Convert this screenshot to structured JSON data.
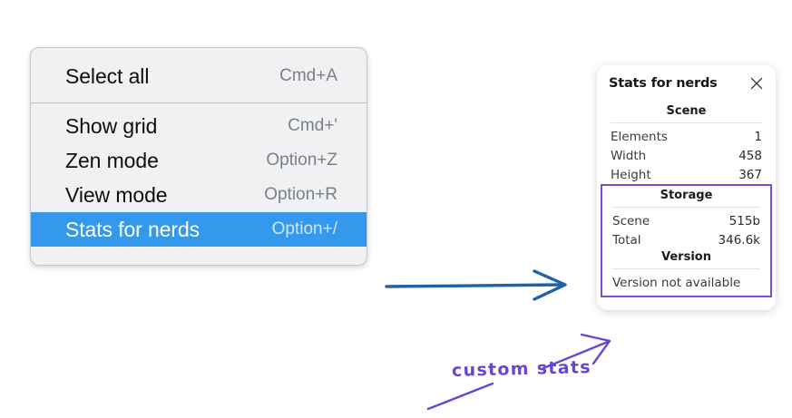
{
  "context_menu": {
    "sections": [
      {
        "items": [
          {
            "label": "Select all",
            "accel": "Cmd+A",
            "highlighted": false
          }
        ]
      },
      {
        "items": [
          {
            "label": "Show grid",
            "accel": "Cmd+'",
            "highlighted": false
          },
          {
            "label": "Zen mode",
            "accel": "Option+Z",
            "highlighted": false
          },
          {
            "label": "View mode",
            "accel": "Option+R",
            "highlighted": false
          },
          {
            "label": "Stats for nerds",
            "accel": "Option+/",
            "highlighted": true
          }
        ]
      }
    ],
    "highlight_color": "#3498ec"
  },
  "stats_panel": {
    "title": "Stats for nerds",
    "close_icon": "close-icon",
    "scene": {
      "heading": "Scene",
      "rows": [
        {
          "key": "Elements",
          "value": "1"
        },
        {
          "key": "Width",
          "value": "458"
        },
        {
          "key": "Height",
          "value": "367"
        }
      ]
    },
    "storage": {
      "heading": "Storage",
      "rows": [
        {
          "key": "Scene",
          "value": "515b"
        },
        {
          "key": "Total",
          "value": "346.6k"
        }
      ]
    },
    "version": {
      "heading": "Version",
      "note": "Version not available"
    },
    "highlight_border_color": "#7c4dd6"
  },
  "annotations": {
    "label": "custom stats",
    "blue_arrow_color": "#1f62a8",
    "purple_color": "#6b44d4"
  }
}
